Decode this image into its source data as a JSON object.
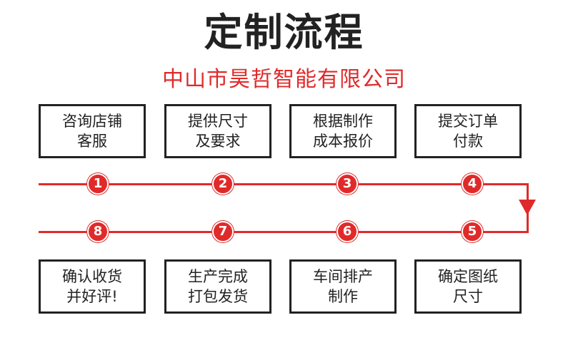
{
  "title": "定制流程",
  "subtitle": "中山市昊哲智能有限公司",
  "colors": {
    "accent": "#e02a2a",
    "text": "#222222",
    "background": "#ffffff"
  },
  "steps": [
    {
      "number": "1",
      "line1": "咨询店铺",
      "line2": "客服"
    },
    {
      "number": "2",
      "line1": "提供尺寸",
      "line2": "及要求"
    },
    {
      "number": "3",
      "line1": "根据制作",
      "line2": "成本报价"
    },
    {
      "number": "4",
      "line1": "提交订单",
      "line2": "付款"
    },
    {
      "number": "5",
      "line1": "确定图纸",
      "line2": "尺寸"
    },
    {
      "number": "6",
      "line1": "车间排产",
      "line2": "制作"
    },
    {
      "number": "7",
      "line1": "生产完成",
      "line2": "打包发货"
    },
    {
      "number": "8",
      "line1": "确认收货",
      "line2": "并好评!"
    }
  ]
}
